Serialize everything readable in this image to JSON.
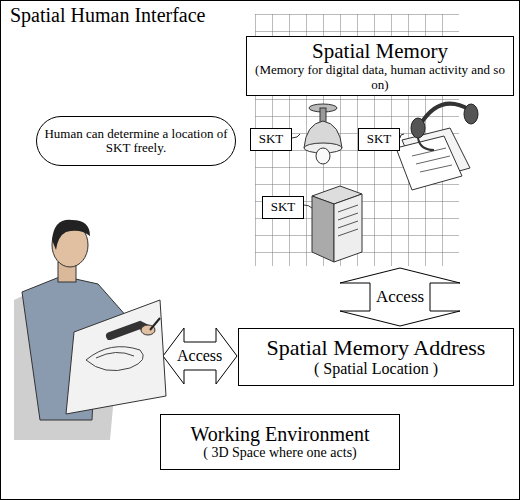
{
  "diagram": {
    "title": "Spatial Human Interface",
    "nodes": [
      {
        "text": [
          "Spatial Memory",
          "(Memory for digital data, human activity and so on)"
        ]
      },
      {
        "text": [
          "Human can determine a location of SKT freely."
        ]
      },
      {
        "text": [
          "SKT"
        ]
      },
      {
        "text": [
          "SKT"
        ]
      },
      {
        "text": [
          "SKT"
        ]
      },
      {
        "text": [
          "Spatial Memory Address",
          "( Spatial Location )"
        ]
      },
      {
        "text": [
          "Working Environment",
          "( 3D Space where one acts)"
        ]
      }
    ],
    "labels": [
      "Access",
      "Access"
    ]
  }
}
